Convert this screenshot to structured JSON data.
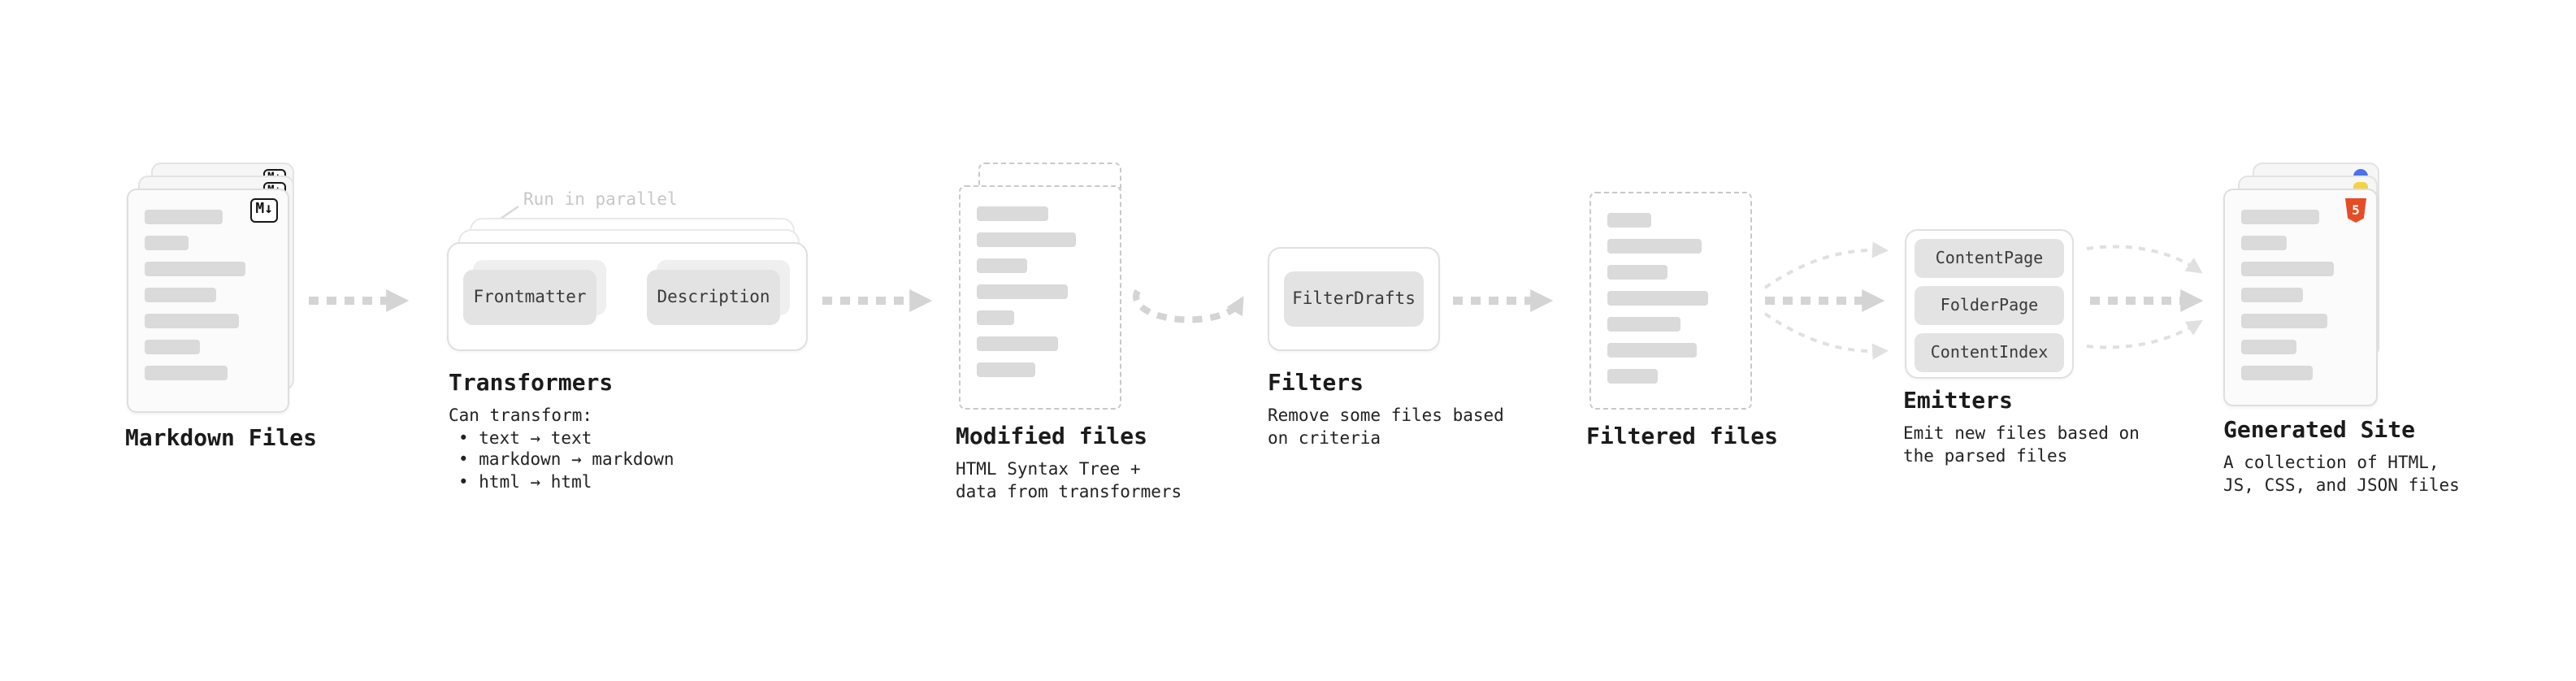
{
  "diagram": {
    "markdown_files": {
      "label": "Markdown Files",
      "badge": "M↓"
    },
    "transformers": {
      "label": "Transformers",
      "annotation": "Run in parallel",
      "boxes": [
        "Frontmatter",
        "Description"
      ],
      "desc_title": "Can transform:",
      "bullets": [
        "• text → text",
        "• markdown → markdown",
        "• html → html"
      ]
    },
    "modified_files": {
      "label": "Modified files",
      "desc": "HTML Syntax Tree +\ndata from transformers"
    },
    "filters": {
      "label": "Filters",
      "boxes": [
        "FilterDrafts"
      ],
      "desc": "Remove some files based\non criteria"
    },
    "filtered_files": {
      "label": "Filtered files"
    },
    "emitters": {
      "label": "Emitters",
      "boxes": [
        "ContentPage",
        "FolderPage",
        "ContentIndex"
      ],
      "desc": "Emit new files based on\nthe parsed files"
    },
    "generated_site": {
      "label": "Generated Site",
      "badge": "5",
      "desc": "A collection of HTML,\nJS, CSS, and JSON files"
    }
  },
  "colors": {
    "arrow": "#d4d4d4",
    "arrow_light": "#e0e0e0",
    "pill_fill": "#e3e3e3",
    "html5_orange": "#e44d26",
    "badge_blue": "#4a73e8",
    "badge_yellow": "#f2d344"
  }
}
